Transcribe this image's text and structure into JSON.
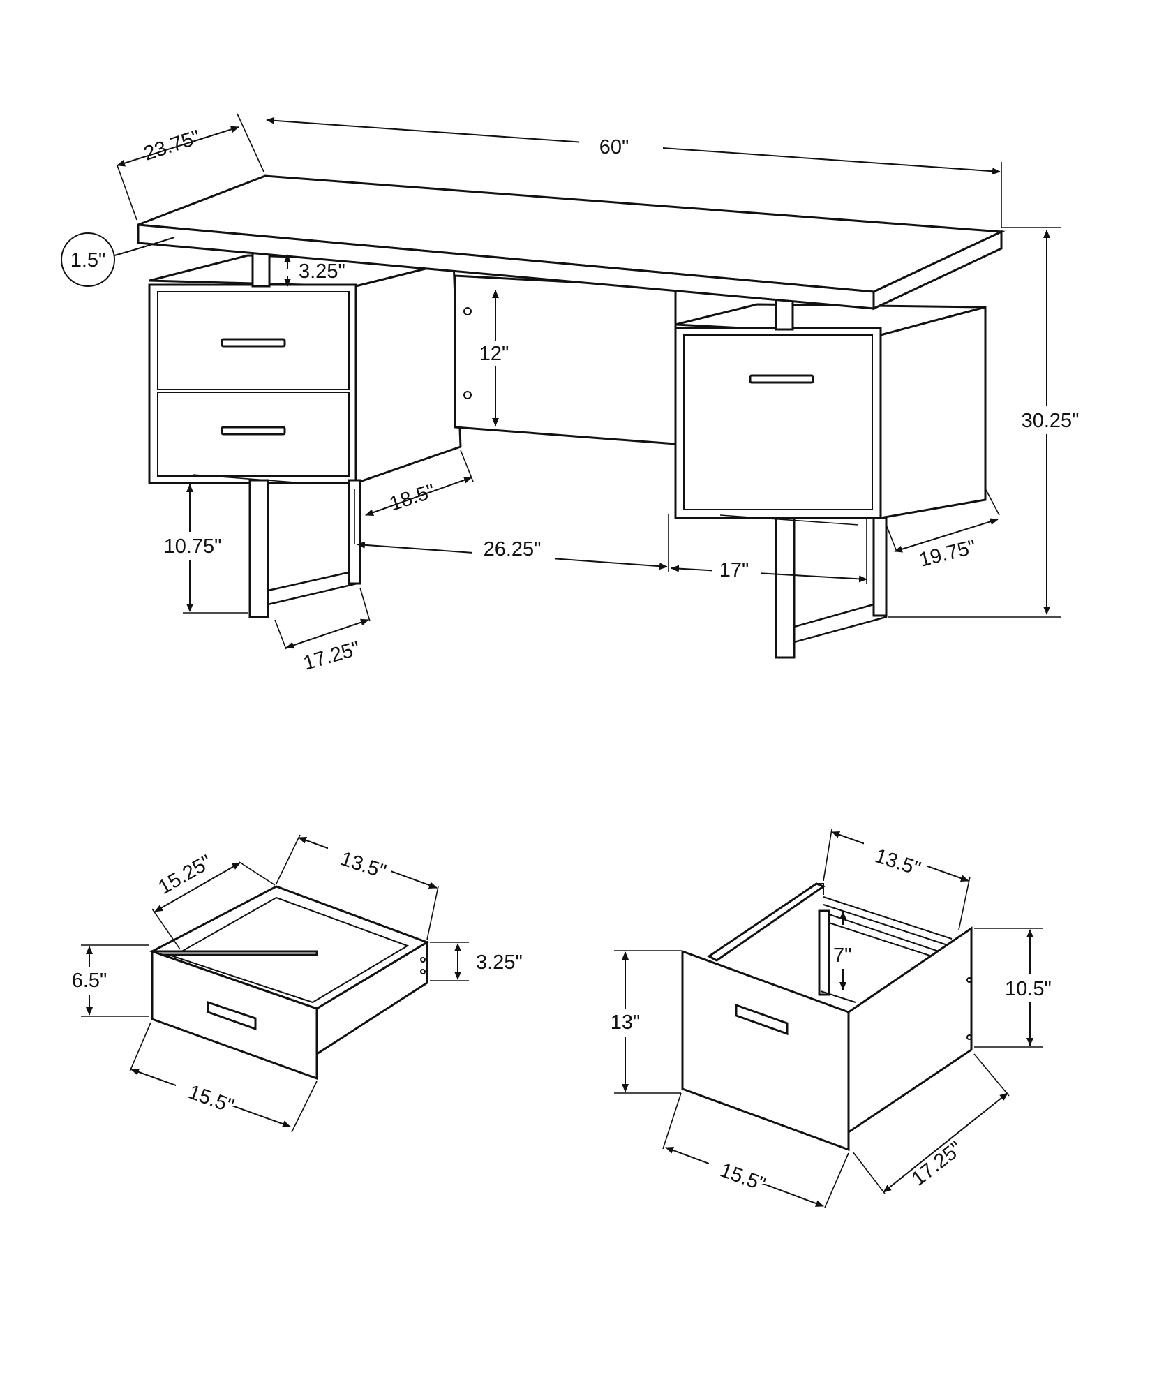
{
  "desk": {
    "depth": "23.75\"",
    "width": "60\"",
    "top_thickness": "1.5\"",
    "gap_height": "3.25\"",
    "modesty_panel_height": "12\"",
    "total_height": "30.25\"",
    "left_cabinet_depth": "18.5\"",
    "leg_height": "10.75\"",
    "knee_space_width": "26.25\"",
    "right_pedestal_width": "17\"",
    "right_cabinet_depth": "19.75\"",
    "left_leg_depth": "17.25\""
  },
  "small_drawer": {
    "depth": "15.25\"",
    "inner_width": "13.5\"",
    "front_height": "6.5\"",
    "side_height": "3.25\"",
    "front_width": "15.5\""
  },
  "file_drawer": {
    "inner_width": "13.5\"",
    "rail_height": "7\"",
    "side_height": "10.5\"",
    "front_height": "13\"",
    "front_width": "15.5\"",
    "depth": "17.25\""
  }
}
